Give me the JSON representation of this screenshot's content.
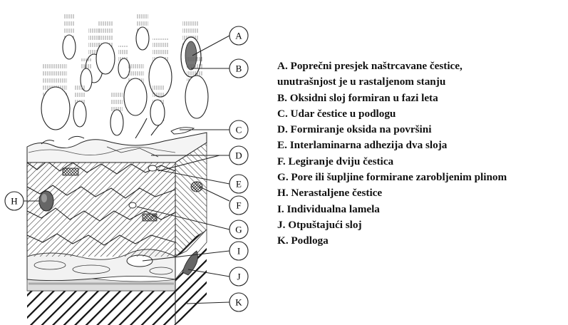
{
  "diagram": {
    "callouts": [
      {
        "letter": "A"
      },
      {
        "letter": "B"
      },
      {
        "letter": "C"
      },
      {
        "letter": "D"
      },
      {
        "letter": "E"
      },
      {
        "letter": "F"
      },
      {
        "letter": "G"
      },
      {
        "letter": "H"
      },
      {
        "letter": "I"
      },
      {
        "letter": "J"
      },
      {
        "letter": "K"
      }
    ]
  },
  "legend": {
    "items": [
      "A. Poprečni presjek naštrcavane čestice,",
      "unutrašnjost je u rastaljenom stanju",
      "B. Oksidni sloj formiran u fazi leta",
      "C. Udar čestice u podlogu",
      "D. Formiranje oksida na površini",
      "E. Interlaminarna adhezija dva sloja",
      "F. Legiranje dviju čestica",
      "G. Pore ili šupljine formirane zarobljenim plinom",
      "H. Nerastaljene čestice",
      "I. Individualna lamela",
      "J. Otpuštajući sloj",
      "K. Podloga"
    ]
  },
  "colors": {
    "ink": "#222222",
    "particle_shade": "#777777",
    "background": "#ffffff"
  }
}
